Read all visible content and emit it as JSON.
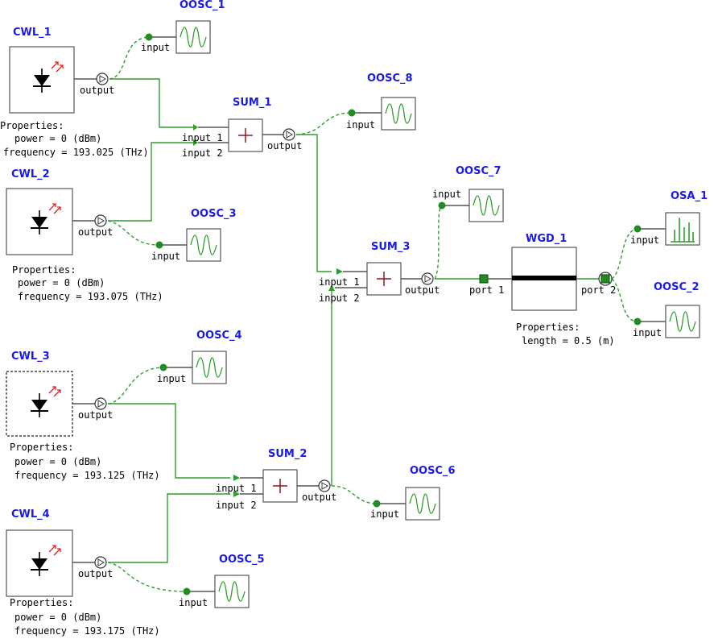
{
  "colors": {
    "title": "#1a1ae6",
    "wire": "#2e9e2e",
    "laser_arrow": "#e02020",
    "osc_wave": "#2e9e2e",
    "osa_bars": "#2e9e2e",
    "port_dot": "#228b22",
    "sum_plus": "#8b1a1a"
  },
  "lasers": [
    {
      "name": "CWL_1",
      "port": "output",
      "props_header": "Properties:",
      "power": "power = 0 (dBm)",
      "frequency": "frequency = 193.025 (THz)"
    },
    {
      "name": "CWL_2",
      "port": "output",
      "props_header": "Properties:",
      "power": "power = 0 (dBm)",
      "frequency": "frequency = 193.075 (THz)"
    },
    {
      "name": "CWL_3",
      "port": "output",
      "props_header": "Properties:",
      "power": "power = 0 (dBm)",
      "frequency": "frequency = 193.125 (THz)"
    },
    {
      "name": "CWL_4",
      "port": "output",
      "props_header": "Properties:",
      "power": "power = 0 (dBm)",
      "frequency": "frequency = 193.175 (THz)"
    }
  ],
  "sums": [
    {
      "name": "SUM_1",
      "in1": "input 1",
      "in2": "input 2",
      "out": "output"
    },
    {
      "name": "SUM_2",
      "in1": "input 1",
      "in2": "input 2",
      "out": "output"
    },
    {
      "name": "SUM_3",
      "in1": "input 1",
      "in2": "input 2",
      "out": "output"
    }
  ],
  "scopes": [
    {
      "name": "OOSC_1",
      "port": "input"
    },
    {
      "name": "OOSC_3",
      "port": "input"
    },
    {
      "name": "OOSC_8",
      "port": "input"
    },
    {
      "name": "OOSC_4",
      "port": "input"
    },
    {
      "name": "OOSC_6",
      "port": "input"
    },
    {
      "name": "OOSC_5",
      "port": "input"
    },
    {
      "name": "OOSC_7",
      "port": "input"
    },
    {
      "name": "OOSC_2",
      "port": "input"
    }
  ],
  "waveguide": {
    "name": "WGD_1",
    "port1": "port 1",
    "port2": "port 2",
    "props_header": "Properties:",
    "length": "length = 0.5 (m)"
  },
  "analyzer": {
    "name": "OSA_1",
    "port": "input"
  },
  "icons": {
    "laser": "laser-diode-icon",
    "scope": "sine-wave-icon",
    "sum": "plus-icon",
    "osa": "spectrum-bars-icon",
    "port_out": "output-port-icon"
  }
}
